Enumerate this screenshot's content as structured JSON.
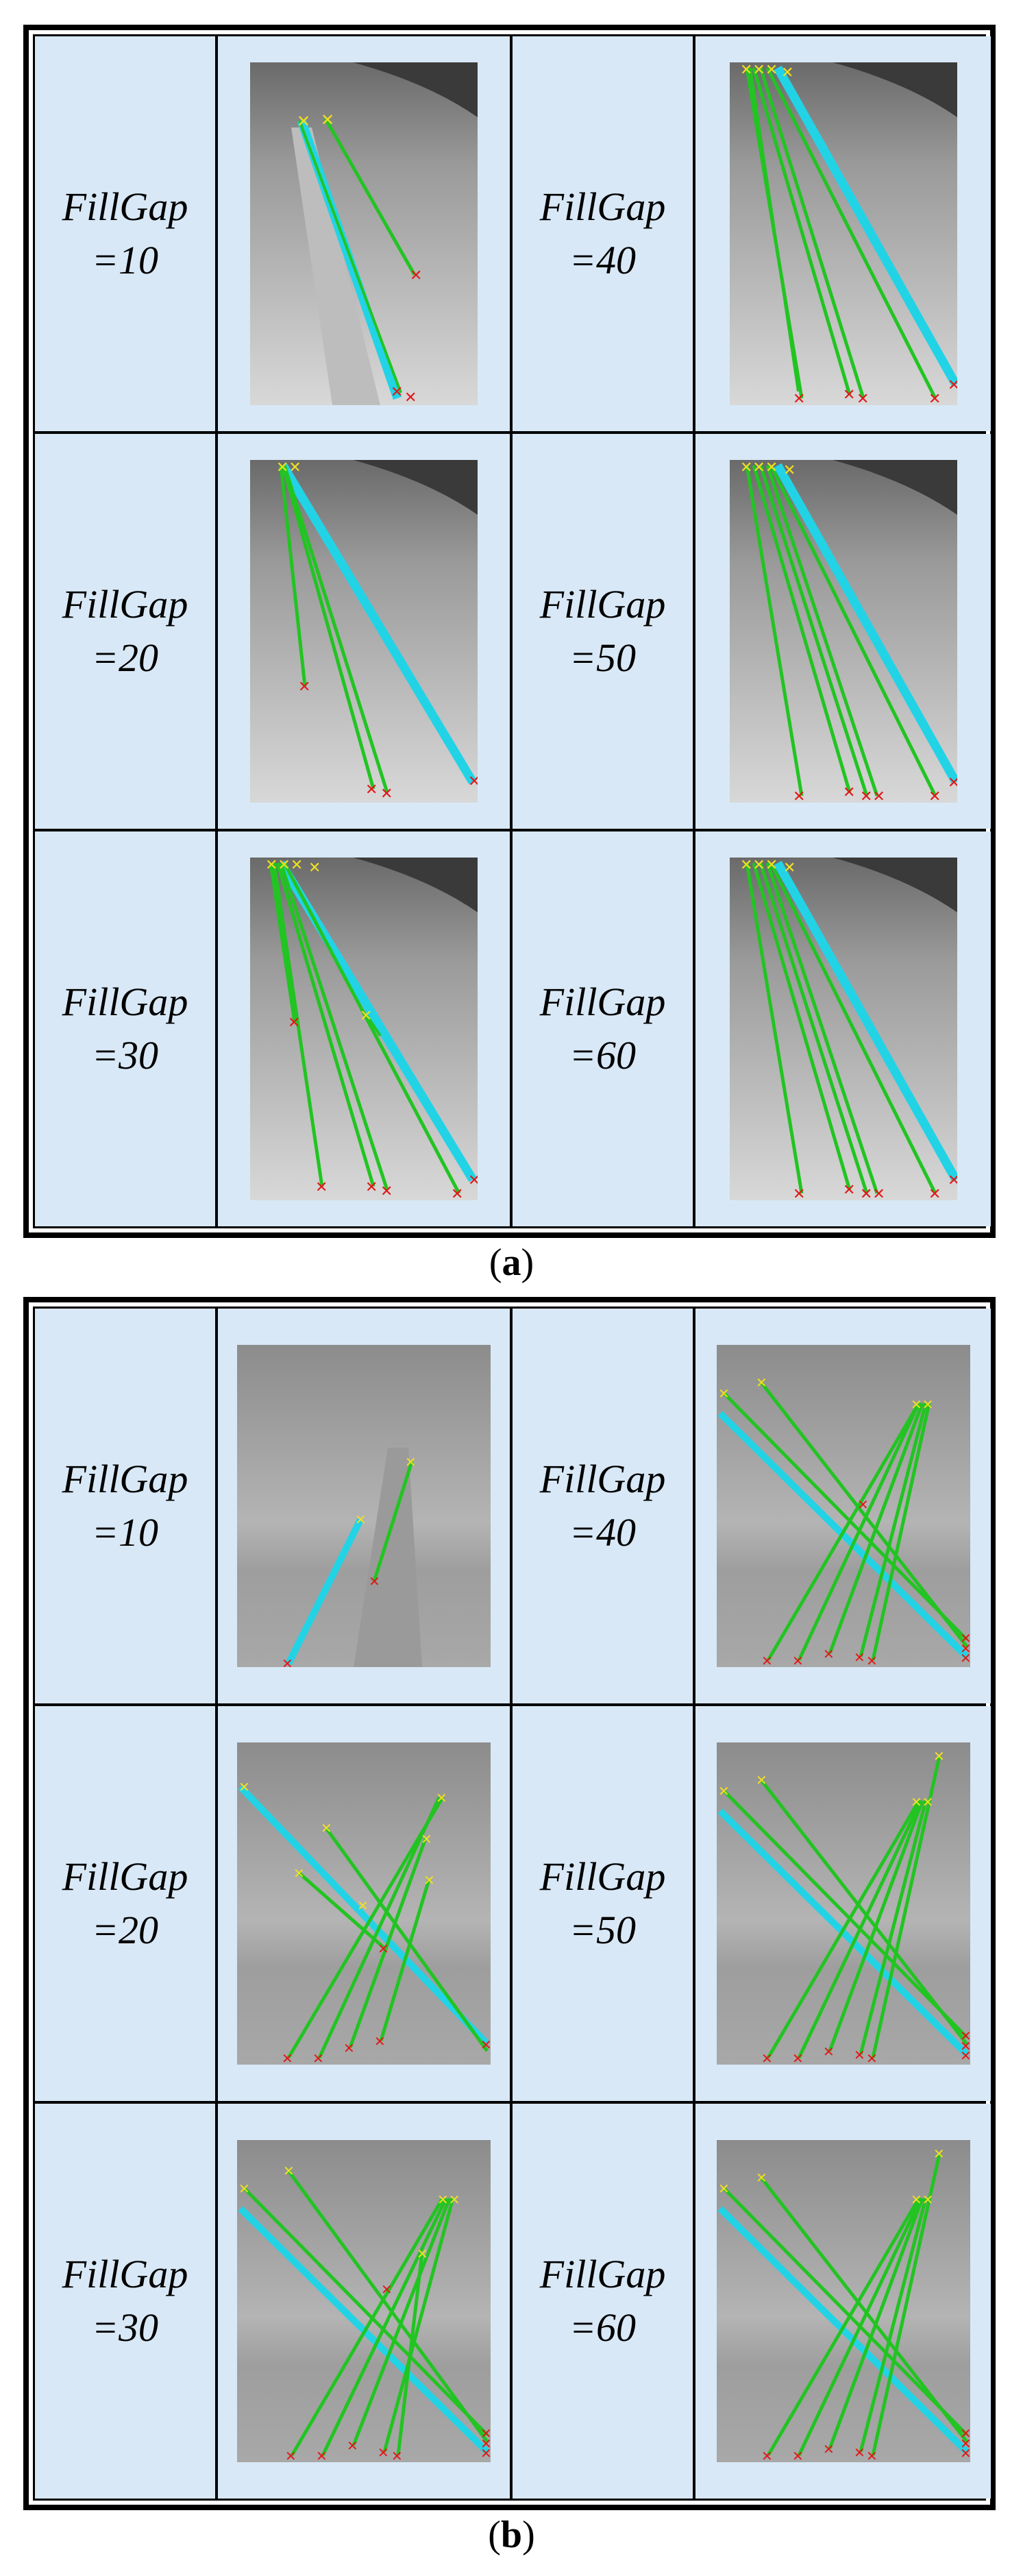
{
  "panel_a": {
    "caption_open": "(",
    "caption_letter": "a",
    "caption_close": ")",
    "labels": [
      {
        "name": "FillGap",
        "value": "=10"
      },
      {
        "name": "FillGap",
        "value": "=40"
      },
      {
        "name": "FillGap",
        "value": "=20"
      },
      {
        "name": "FillGap",
        "value": "=50"
      },
      {
        "name": "FillGap",
        "value": "=30"
      },
      {
        "name": "FillGap",
        "value": "=60"
      }
    ]
  },
  "panel_b": {
    "caption_open": "(",
    "caption_letter": "b",
    "caption_close": ")",
    "labels": [
      {
        "name": "FillGap",
        "value": "=10"
      },
      {
        "name": "FillGap",
        "value": "=40"
      },
      {
        "name": "FillGap",
        "value": "=20"
      },
      {
        "name": "FillGap",
        "value": "=50"
      },
      {
        "name": "FillGap",
        "value": "=30"
      },
      {
        "name": "FillGap",
        "value": "=60"
      }
    ]
  },
  "colors": {
    "background": "#d8e8f6",
    "longest_line": "#22d3e6",
    "line": "#22c422",
    "start_marker": "#f0e020",
    "end_marker": "#e01818"
  }
}
